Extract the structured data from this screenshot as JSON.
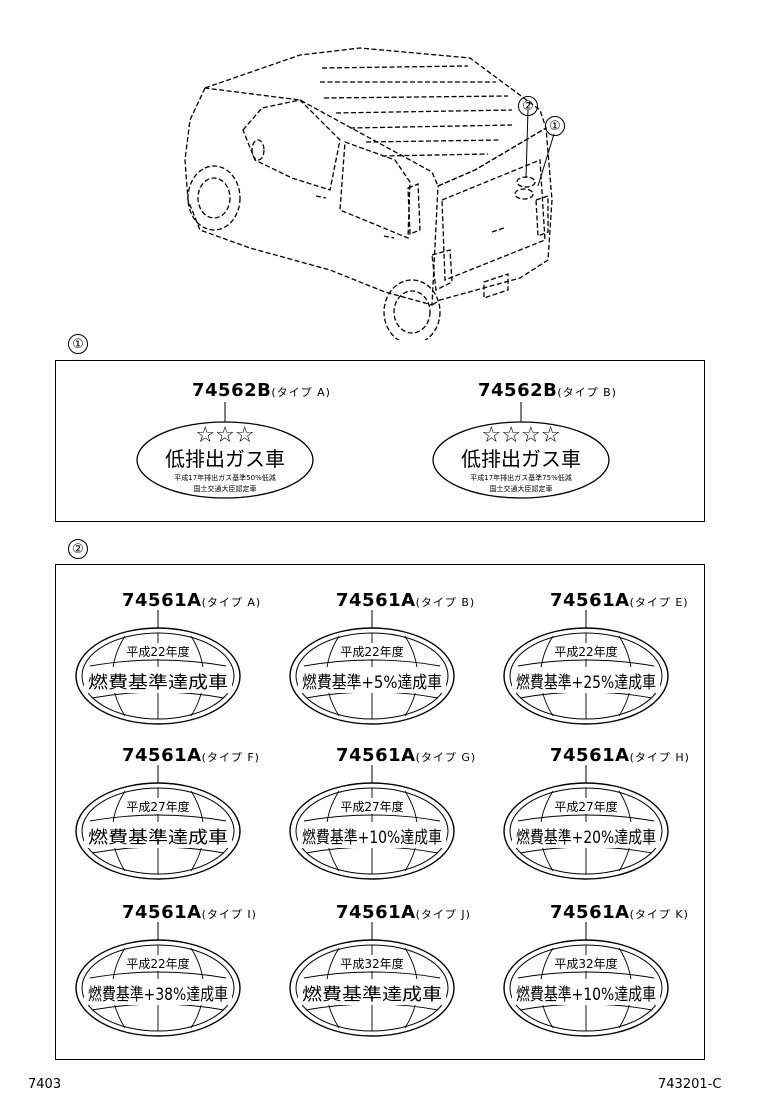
{
  "section1": {
    "marker": "①",
    "labels": [
      {
        "part_no": "74562B",
        "type": "(タイプ A)",
        "stars": "☆☆☆",
        "main": "低排出ガス車",
        "line1": "平成17年排出ガス基準50%低減",
        "line2": "国土交通大臣認定車"
      },
      {
        "part_no": "74562B",
        "type": "(タイプ B)",
        "stars": "☆☆☆☆",
        "main": "低排出ガス車",
        "line1": "平成17年排出ガス基準75%低減",
        "line2": "国土交通大臣認定車"
      }
    ]
  },
  "section2": {
    "marker": "②",
    "labels": [
      {
        "part_no": "74561A",
        "type": "(タイプ A)",
        "year": "平成22年度",
        "main": "燃費基準達成車"
      },
      {
        "part_no": "74561A",
        "type": "(タイプ B)",
        "year": "平成22年度",
        "main": "燃費基準+5%達成車"
      },
      {
        "part_no": "74561A",
        "type": "(タイプ E)",
        "year": "平成22年度",
        "main": "燃費基準+25%達成車"
      },
      {
        "part_no": "74561A",
        "type": "(タイプ F)",
        "year": "平成27年度",
        "main": "燃費基準達成車"
      },
      {
        "part_no": "74561A",
        "type": "(タイプ G)",
        "year": "平成27年度",
        "main": "燃費基準+10%達成車"
      },
      {
        "part_no": "74561A",
        "type": "(タイプ H)",
        "year": "平成27年度",
        "main": "燃費基準+20%達成車"
      },
      {
        "part_no": "74561A",
        "type": "(タイプ I)",
        "year": "平成22年度",
        "main": "燃費基準+38%達成車"
      },
      {
        "part_no": "74561A",
        "type": "(タイプ J)",
        "year": "平成32年度",
        "main": "燃費基準達成車"
      },
      {
        "part_no": "74561A",
        "type": "(タイプ K)",
        "year": "平成32年度",
        "main": "燃費基準+10%達成車"
      }
    ]
  },
  "callouts": {
    "one": "①",
    "two": "②"
  },
  "footer": {
    "left": "7403",
    "right": "743201-C"
  }
}
